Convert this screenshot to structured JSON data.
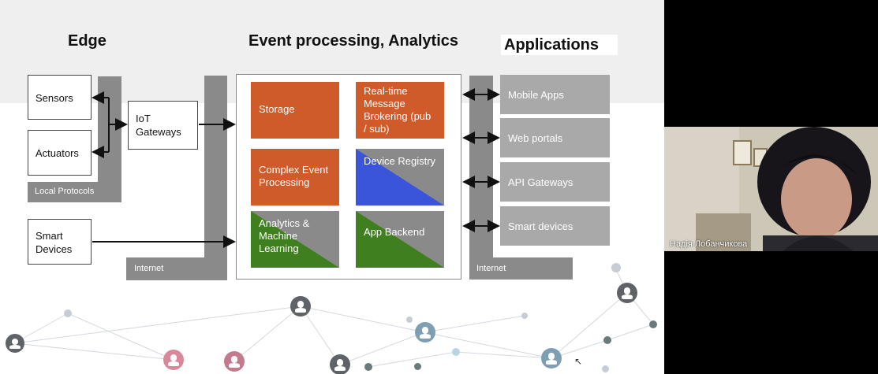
{
  "slide": {
    "titles": {
      "edge": "Edge",
      "event": "Event processing, Analytics",
      "applications": "Applications"
    },
    "edge": {
      "sensors": "Sensors",
      "actuators": "Actuators",
      "local_protocols": "Local Protocols",
      "iot_gateways": "IoT Gateways",
      "smart_devices": "Smart Devices",
      "internet_left": "Internet"
    },
    "processing": {
      "storage": "Storage",
      "realtime": "Real-time Message Brokering (pub / sub)",
      "complex_event": "Complex Event Processing",
      "device_registry": "Device Registry",
      "analytics": "Analytics & Machine Learning",
      "app_backend": "App Backend"
    },
    "applications": {
      "items": [
        "Mobile Apps",
        "Web portals",
        "API Gateways",
        "Smart devices"
      ],
      "internet_right": "Internet"
    }
  },
  "video": {
    "participant_name": "Надія Лобанчикова"
  },
  "colors": {
    "orange": "#cf5a2a",
    "blue": "#3a55d9",
    "green": "#3f7f1f",
    "gray": "#8a8a8a",
    "app_gray": "#a9a9a9"
  }
}
